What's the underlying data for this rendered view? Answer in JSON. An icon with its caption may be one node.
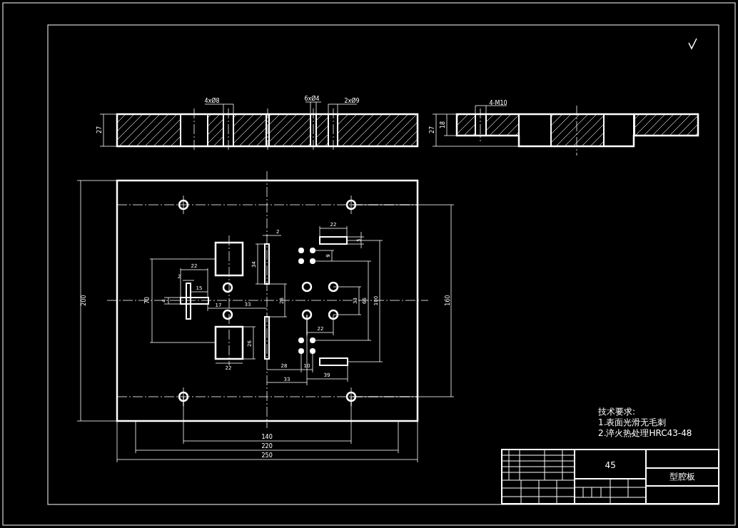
{
  "diagram": {
    "labels": [
      "4xØ8",
      "6xØ4",
      "2xØ9",
      "27",
      "4-M10",
      "27",
      "18",
      "200",
      "70",
      "4",
      "22",
      "2",
      "15",
      "17",
      "33",
      "34",
      "2",
      "28",
      "26",
      "22",
      "22",
      "5",
      "9",
      "33",
      "66",
      "100",
      "160",
      "22",
      "28",
      "10",
      "33",
      "39",
      "140",
      "220",
      "250",
      "技术要求:",
      "1.表面光滑无毛刺",
      "2.淬火热处理HRC43-48",
      "45",
      "型腔板"
    ]
  }
}
